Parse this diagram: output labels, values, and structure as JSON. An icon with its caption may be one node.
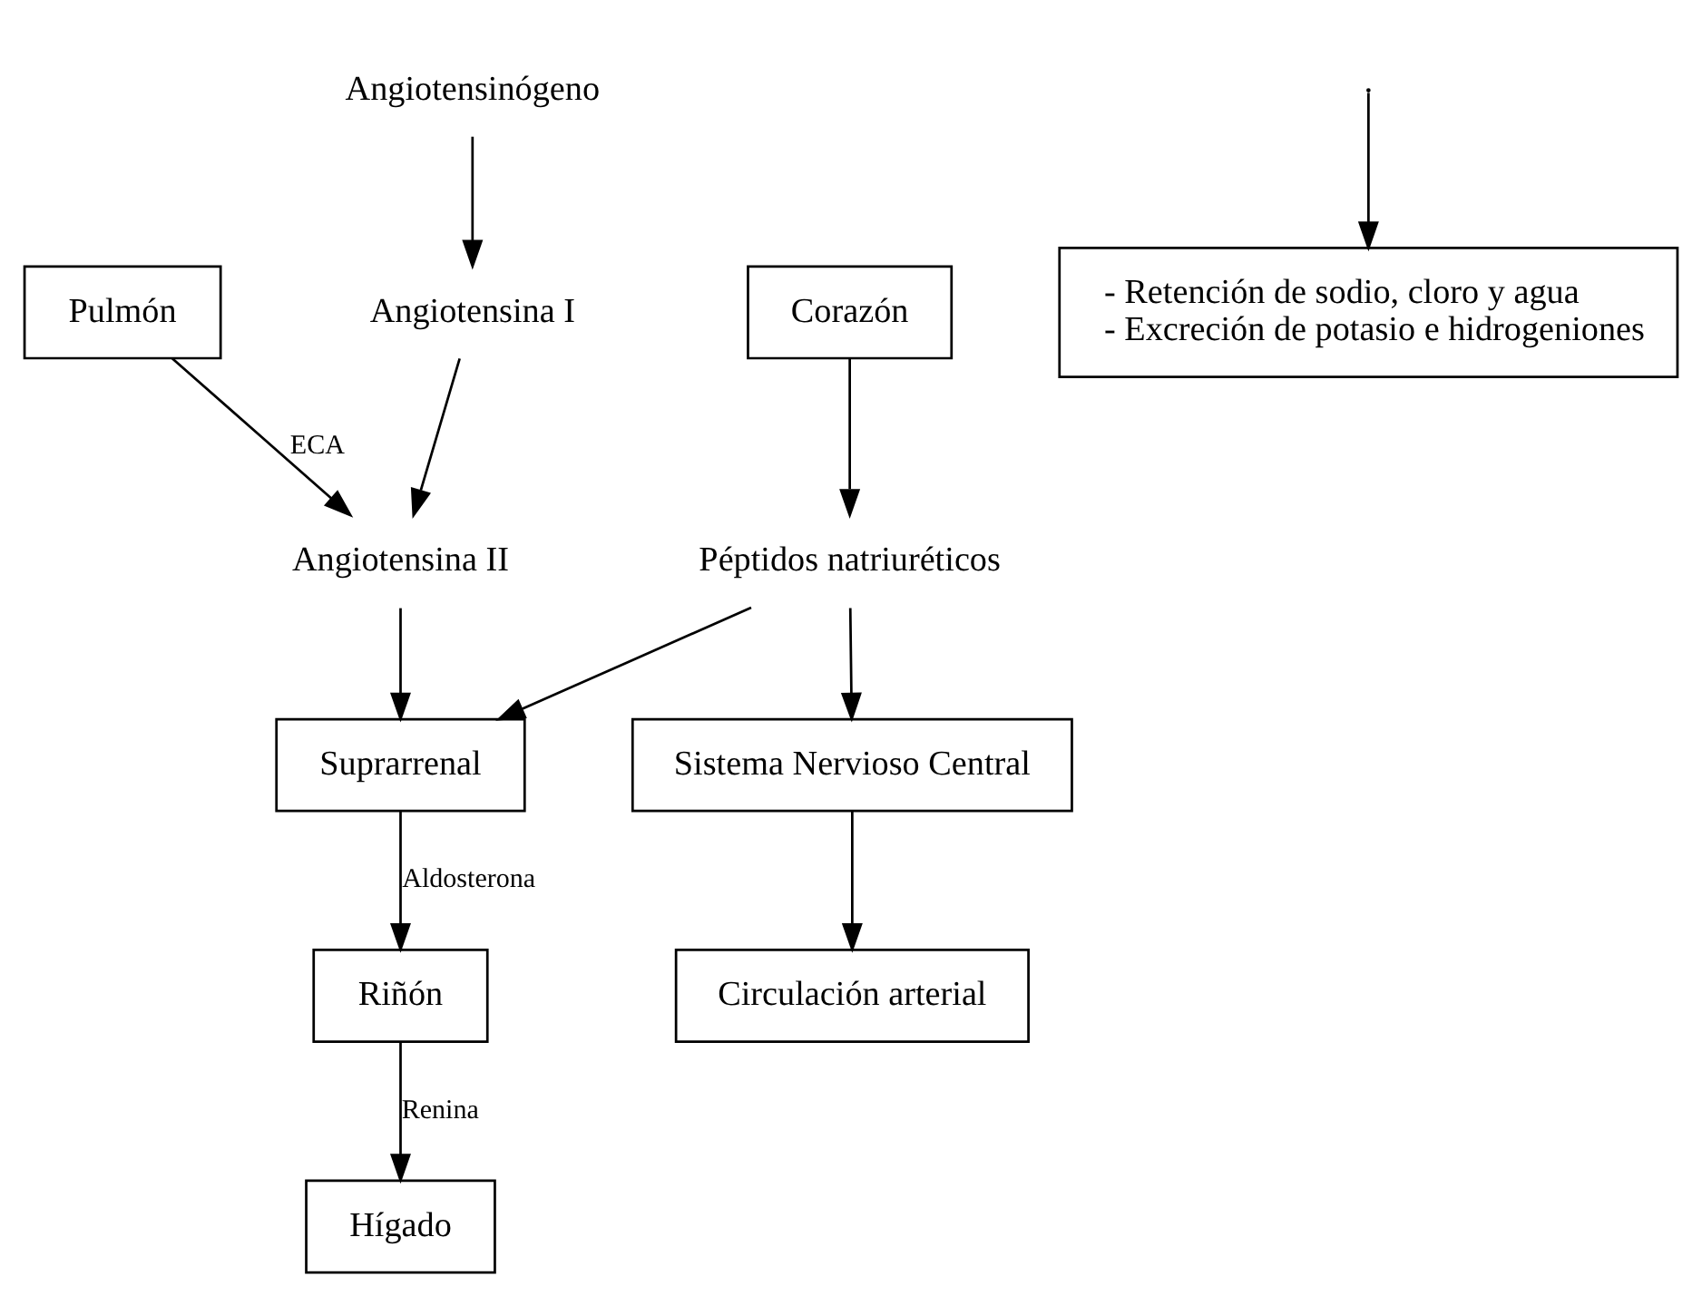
{
  "diagram": {
    "nodes": [
      {
        "text": [
          "Sistema Nervioso Central"
        ]
      },
      {
        "text": [
          "Circulación arterial"
        ]
      },
      {
        "text": [
          "Corazón"
        ]
      },
      {
        "text": [
          "Péptidos natriuréticos"
        ]
      },
      {
        "text": [
          "Angiotensina II"
        ]
      },
      {
        "text": [
          "Pulmón"
        ]
      },
      {
        "text": [
          "Angiotensina I"
        ]
      },
      {
        "text": [
          "Hígado"
        ]
      },
      {
        "text": [
          "Angiotensinógeno"
        ]
      },
      {
        "text": [
          "Suprarrenal"
        ]
      },
      {
        "text": [
          "Riñón"
        ]
      },
      {
        "text": [
          "- Retención de sodio, cloro y agua",
          "- Excreción de potasio e hidrogeniones"
        ]
      }
    ],
    "edges": [
      {
        "from": 0,
        "to": 1,
        "arrow": "to"
      },
      {
        "from": 3,
        "to": 0,
        "arrow": "to"
      },
      {
        "from": 2,
        "to": 3,
        "arrow": "to"
      },
      {
        "from": 3,
        "to": 9,
        "arrow": "to"
      },
      {
        "from": 4,
        "to": 9,
        "arrow": "to"
      },
      {
        "from": 5,
        "to": 4,
        "arrow": "to",
        "label": "ECA"
      },
      {
        "from": 6,
        "to": 4,
        "arrow": "to"
      },
      {
        "from": 8,
        "to": 6,
        "arrow": "to"
      },
      {
        "from": 9,
        "to": 10,
        "arrow": "to",
        "label": "Aldosterona"
      },
      {
        "from": null,
        "to": 11,
        "arrow": "to"
      },
      {
        "from": 10,
        "to": 7,
        "arrow": "to",
        "label": "Renina"
      }
    ]
  }
}
